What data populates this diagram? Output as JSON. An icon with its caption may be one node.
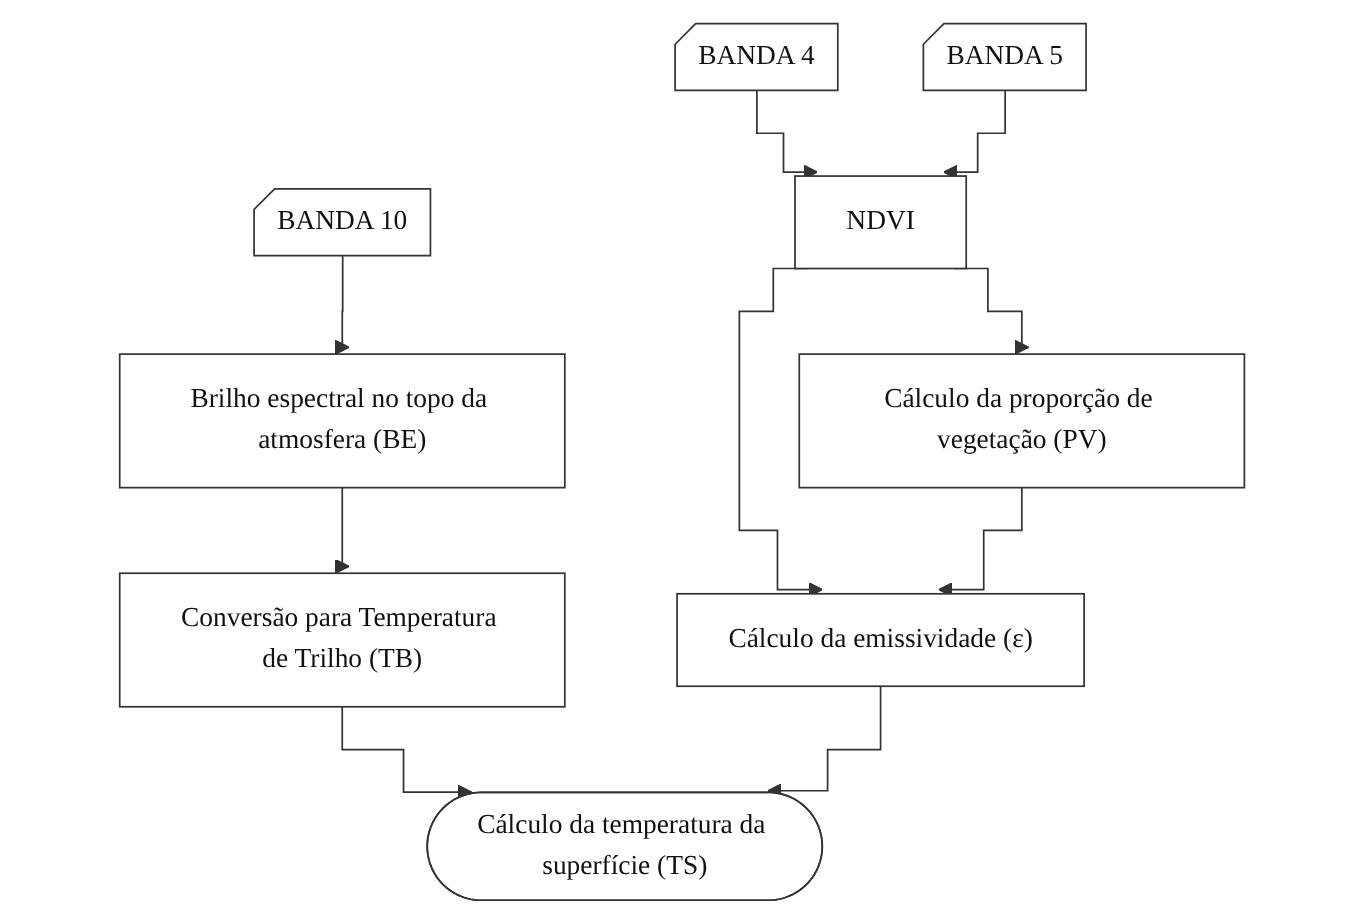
{
  "diagram": {
    "nodes": [
      {
        "text": [
          "BANDA 10"
        ]
      },
      {
        "text": [
          "BANDA 4"
        ]
      },
      {
        "text": [
          "BANDA 5"
        ]
      },
      {
        "text": [
          "Brilho espectral no topo da atmosfera (BE)"
        ]
      },
      {
        "text": [
          "NDVI"
        ]
      },
      {
        "text": [
          "Cálculo da proporção de vegetação (PV)"
        ]
      },
      {
        "text": [
          "Conversão para Temperatura de Trilho (TB)"
        ]
      },
      {
        "text": [
          "Cálculo da emissividade (ε)"
        ]
      },
      {
        "text": [
          "Cálculo da temperatura da superfície (TS)"
        ]
      }
    ],
    "edges": [
      {
        "from": 0,
        "to": 3,
        "arrow": "to"
      },
      {
        "from": 1,
        "to": 4,
        "arrow": "to"
      },
      {
        "from": 2,
        "to": 4,
        "arrow": "to"
      },
      {
        "from": 3,
        "to": 6,
        "arrow": "to"
      },
      {
        "from": 4,
        "to": 7,
        "arrow": "to"
      },
      {
        "from": 4,
        "to": 5,
        "arrow": "to"
      },
      {
        "from": 5,
        "to": 7,
        "arrow": "to"
      },
      {
        "from": 6,
        "to": 8,
        "arrow": "to"
      },
      {
        "from": 7,
        "to": 8,
        "arrow": "to"
      }
    ]
  }
}
